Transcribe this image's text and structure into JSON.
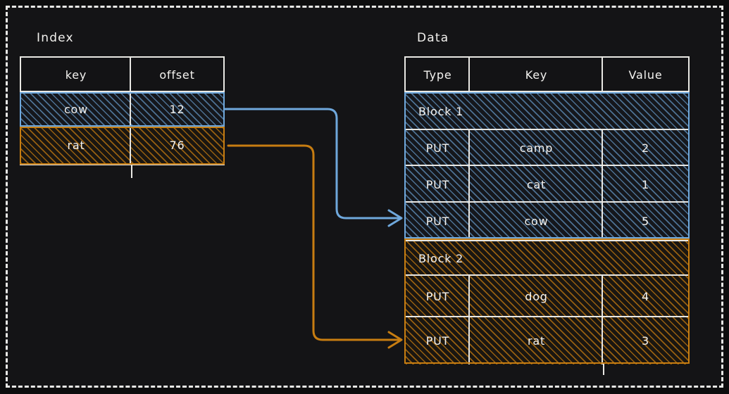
{
  "diagram": {
    "title_index": "Index",
    "title_data": "Data",
    "colors": {
      "background": "#0d0d0e",
      "panel": "#141416",
      "stroke": "#e9e8e4",
      "text": "#f4f3f0",
      "accent_blue": "#6fa8dc",
      "accent_orange": "#c77d11"
    }
  },
  "index_table": {
    "headers": [
      "key",
      "offset"
    ],
    "rows": [
      {
        "key": "cow",
        "offset": "12",
        "highlight": "blue"
      },
      {
        "key": "rat",
        "offset": "76",
        "highlight": "orange"
      }
    ]
  },
  "data_table": {
    "headers": [
      "Type",
      "Key",
      "Value"
    ],
    "blocks": [
      {
        "label": "Block 1",
        "highlight": "blue",
        "rows": [
          {
            "type": "PUT",
            "key": "camp",
            "value": "2"
          },
          {
            "type": "PUT",
            "key": "cat",
            "value": "1"
          },
          {
            "type": "PUT",
            "key": "cow",
            "value": "5"
          }
        ]
      },
      {
        "label": "Block 2",
        "highlight": "orange",
        "rows": [
          {
            "type": "PUT",
            "key": "dog",
            "value": "4"
          },
          {
            "type": "PUT",
            "key": "rat",
            "value": "3"
          }
        ]
      }
    ]
  },
  "arrows": [
    {
      "name": "cow-offset-to-block1-cow",
      "color": "#6fa8dc",
      "from_label": "12",
      "to_label": "PUT cow 5"
    },
    {
      "name": "rat-offset-to-block2-rat",
      "color": "#c77d11",
      "from_label": "76",
      "to_label": "PUT rat 3"
    }
  ]
}
